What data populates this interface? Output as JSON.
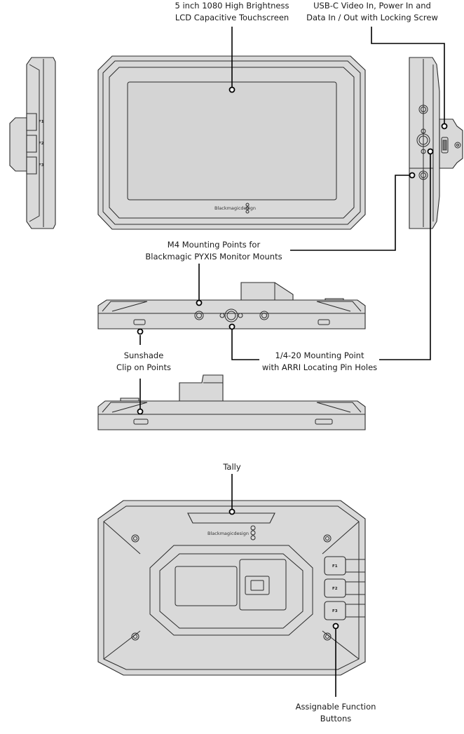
{
  "callouts": {
    "touchscreen": [
      "5 inch 1080 High Brightness",
      "LCD Capacitive Touchscreen"
    ],
    "usbc": [
      "USB-C Video In, Power In and",
      "Data In / Out with Locking Screw"
    ],
    "m4": [
      "M4 Mounting Points for",
      "Blackmagic PYXIS Monitor Mounts"
    ],
    "sunshade": [
      "Sunshade",
      "Clip on Points"
    ],
    "mount_point": [
      "1/4-20 Mounting Point",
      "with ARRI Locating Pin Holes"
    ],
    "tally": [
      "Tally"
    ],
    "function_buttons": [
      "Assignable Function",
      "Buttons"
    ]
  },
  "device": {
    "brand": "Blackmagicdesign",
    "buttons": [
      "F1",
      "F2",
      "F3"
    ]
  }
}
